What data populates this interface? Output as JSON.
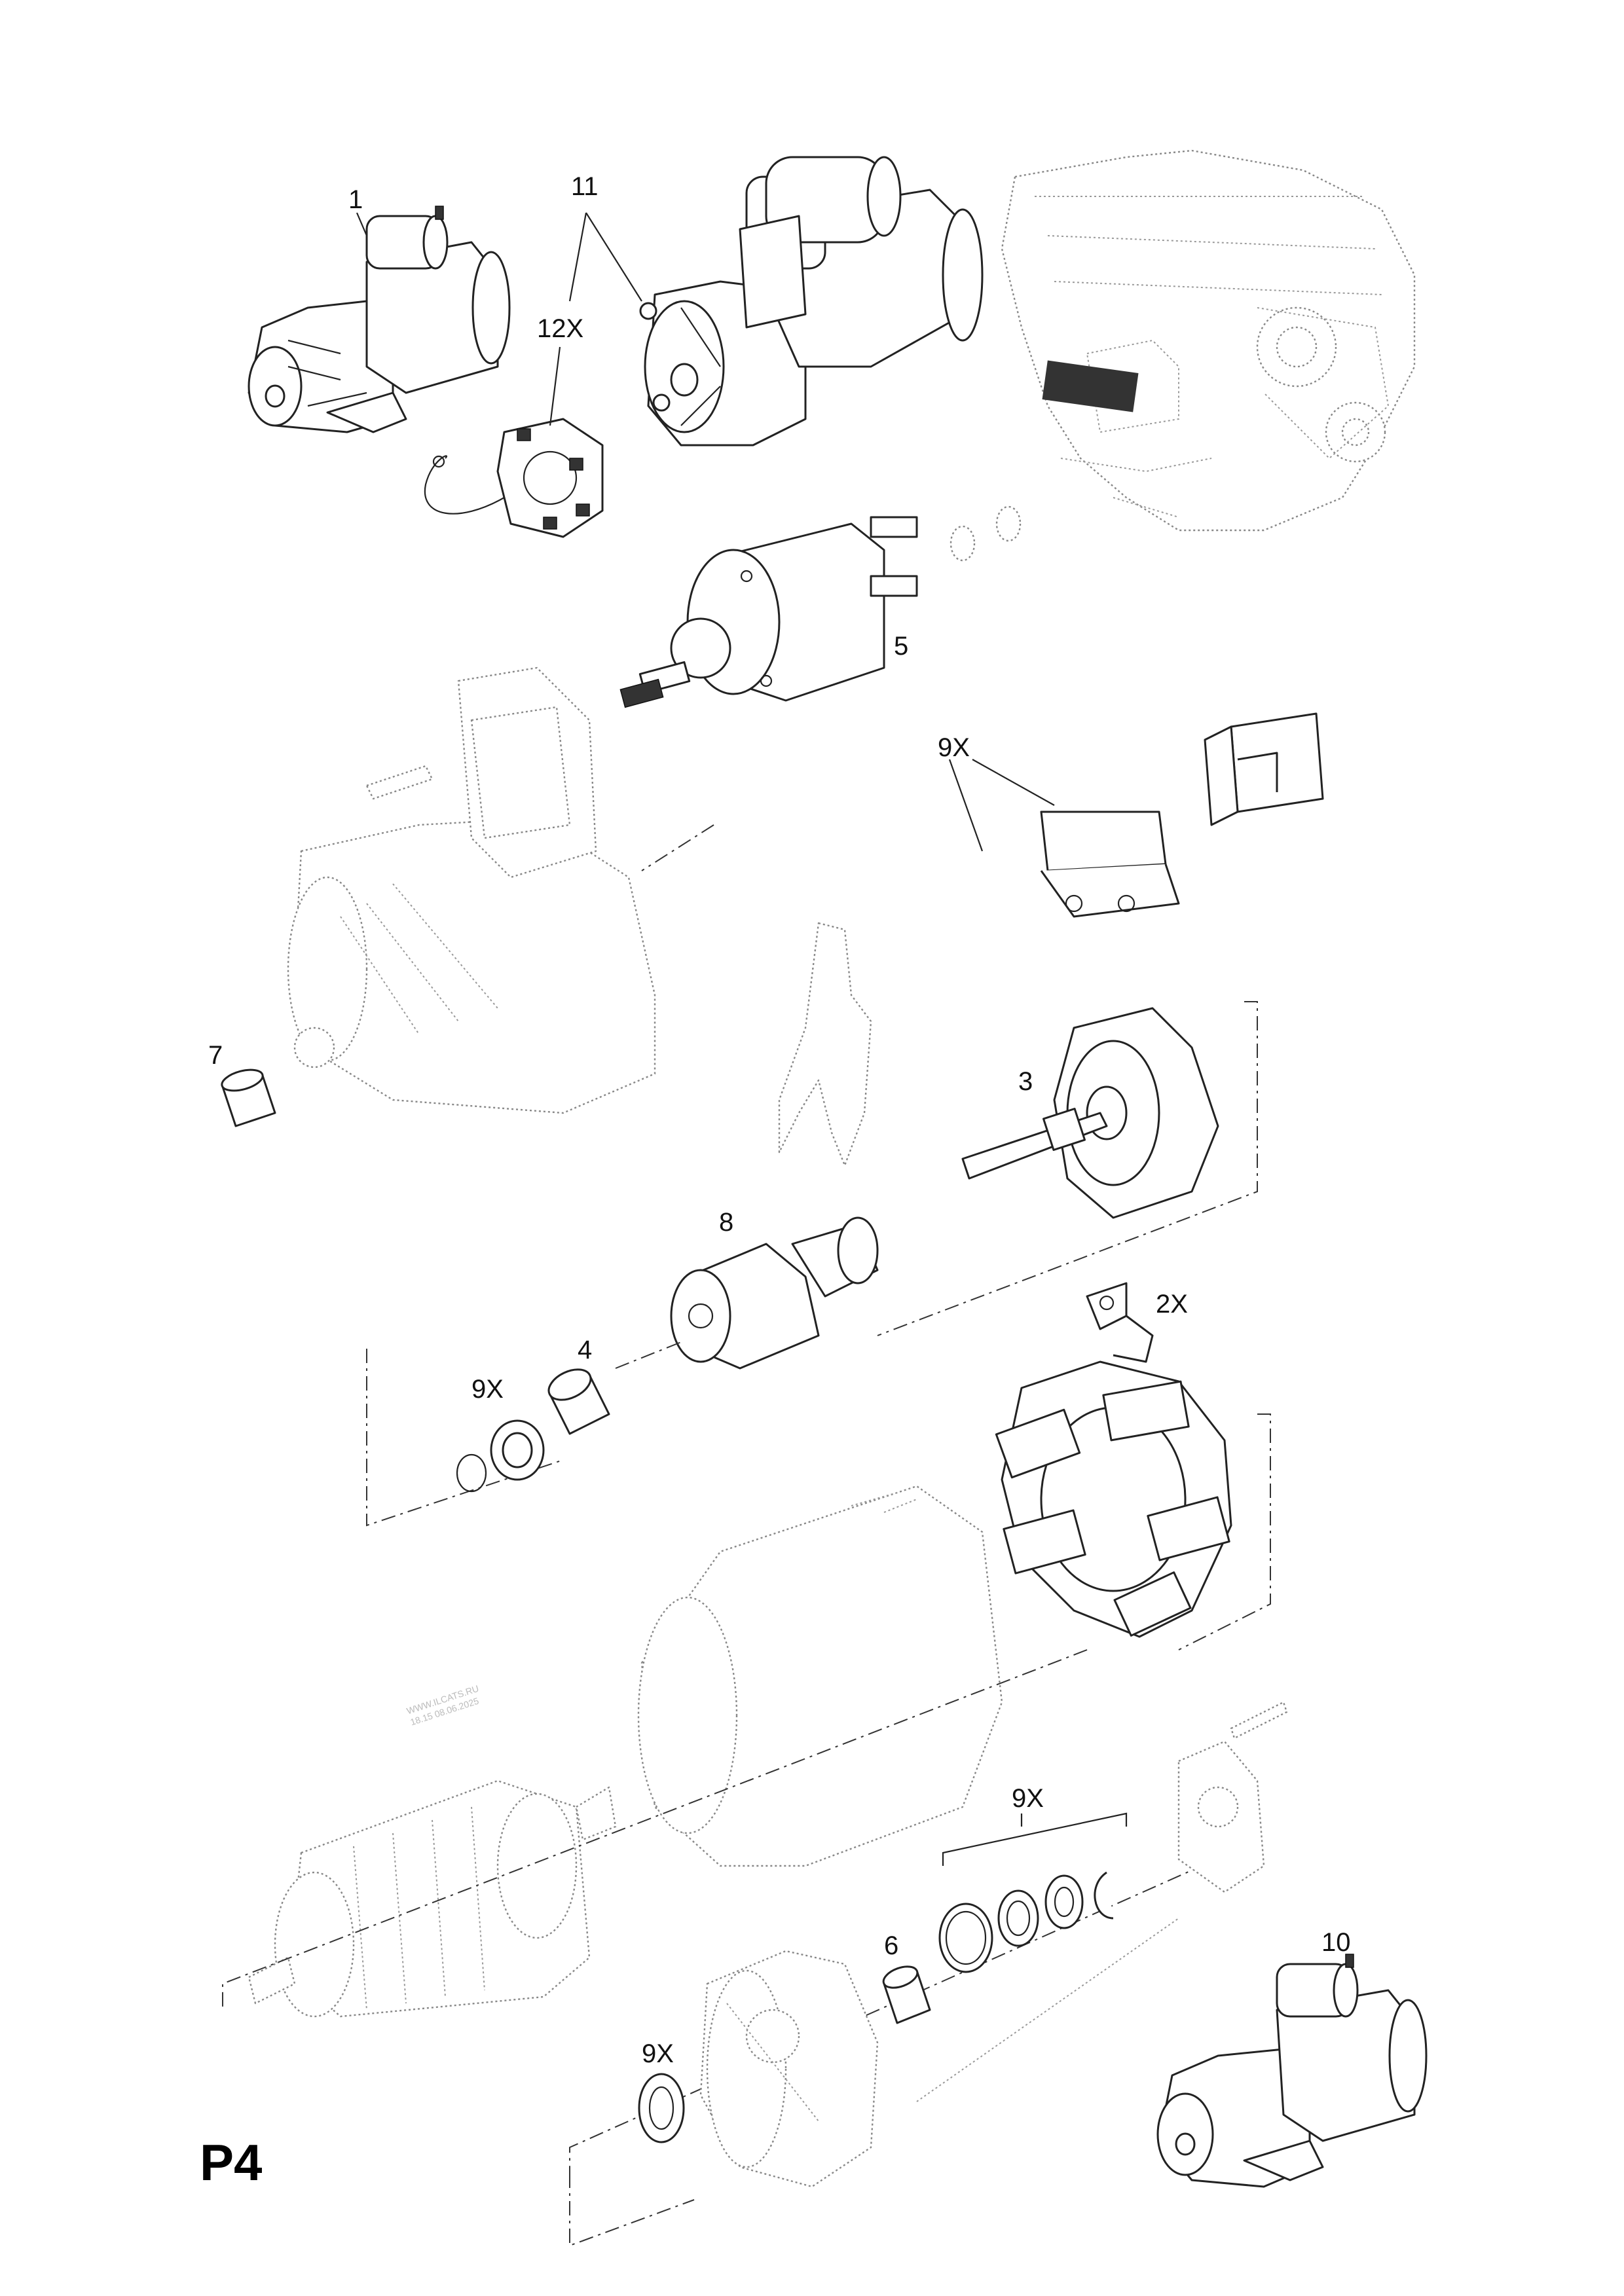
{
  "page_label": "P4",
  "watermark": {
    "line1": "WWW.ILCATS.RU",
    "line2": "18.15 08.06.2025"
  },
  "callouts": {
    "c1": "1",
    "c11": "11",
    "c12x": "12X",
    "c5": "5",
    "c9x_top": "9X",
    "c7": "7",
    "c3": "3",
    "c8": "8",
    "c2x": "2X",
    "c4": "4",
    "c9x_mid": "9X",
    "c9x_low": "9X",
    "c6": "6",
    "c10": "10",
    "c9x_bottom": "9X"
  },
  "parts": [
    {
      "id": "starter-motor-complete",
      "callout": "1"
    },
    {
      "id": "starter-motor-reman",
      "callout": "11"
    },
    {
      "id": "brush-plate-kit",
      "callout": "12X"
    },
    {
      "id": "solenoid-switch",
      "callout": "5"
    },
    {
      "id": "contact-kit",
      "callout": "9X"
    },
    {
      "id": "bushing",
      "callout": "7"
    },
    {
      "id": "drive-end-shield",
      "callout": "3"
    },
    {
      "id": "pinion-drive",
      "callout": "8"
    },
    {
      "id": "brush-holder",
      "callout": "2X"
    },
    {
      "id": "bushing-small",
      "callout": "4"
    },
    {
      "id": "ring-kit",
      "callout": "9X"
    },
    {
      "id": "bushing-rear",
      "callout": "6"
    },
    {
      "id": "starter-motor-alt",
      "callout": "10"
    },
    {
      "id": "seal-ring",
      "callout": "9X"
    }
  ]
}
